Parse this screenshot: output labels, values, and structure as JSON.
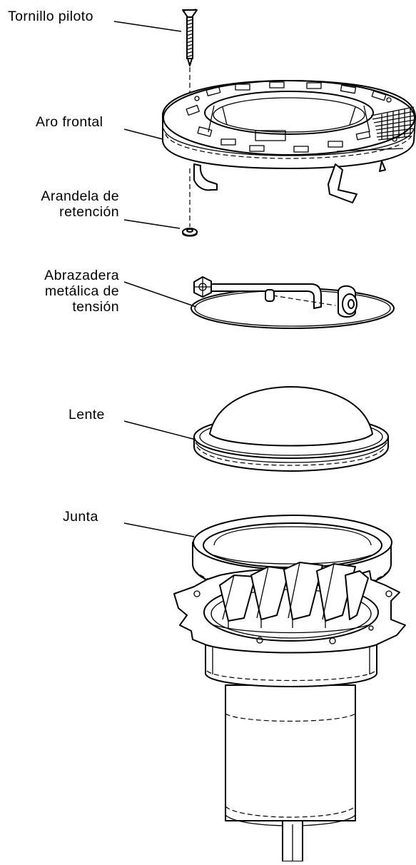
{
  "labels": {
    "pilot_screw": "Tornillo piloto",
    "front_ring": "Aro frontal",
    "retaining_washer": [
      "Arandela de",
      "retención"
    ],
    "tension_clamp": [
      "Abrazadera",
      "metálica de",
      "tensión"
    ],
    "lens": "Lente",
    "gasket": "Junta"
  }
}
